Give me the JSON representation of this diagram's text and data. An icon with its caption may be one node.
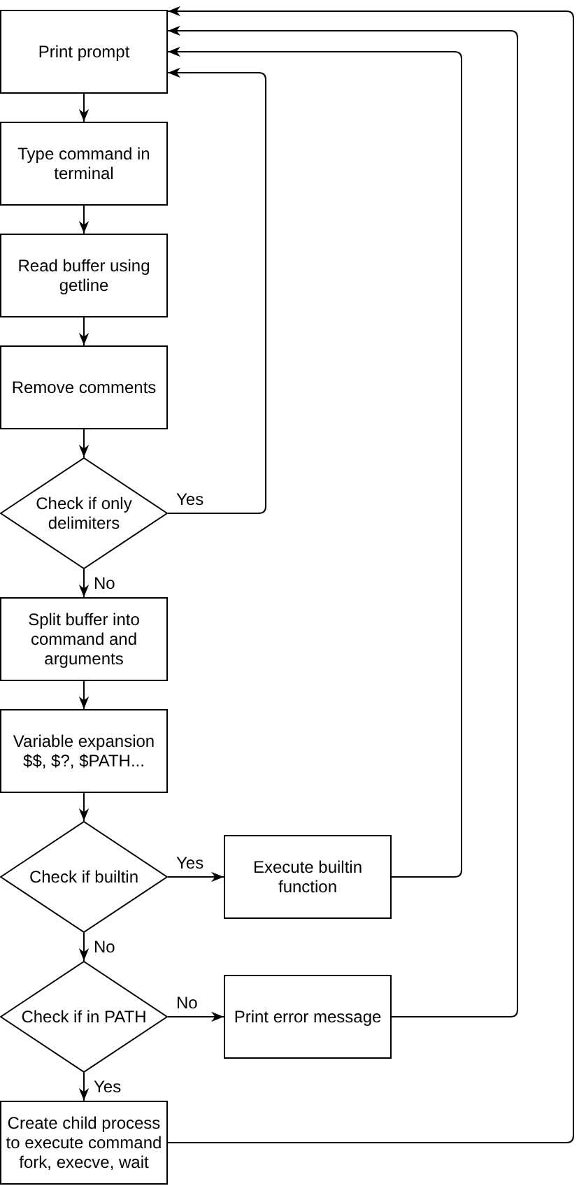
{
  "diagram": {
    "nodes": [
      {
        "text": [
          "Print prompt"
        ]
      },
      {
        "text": [
          "Type command in terminal"
        ]
      },
      {
        "text": [
          "Read buffer using getline"
        ]
      },
      {
        "text": [
          "Remove comments"
        ]
      },
      {
        "text": [
          "Check if only delimiters"
        ]
      },
      {
        "text": [
          "Split buffer into command and arguments"
        ]
      },
      {
        "text": [
          "Variable expansion $$, $?, $PATH..."
        ]
      },
      {
        "text": [
          "Check if builtin"
        ]
      },
      {
        "text": [
          "Execute builtin function"
        ]
      },
      {
        "text": [
          "Check if in PATH"
        ]
      },
      {
        "text": [
          "Print error message"
        ]
      },
      {
        "text": [
          "Create child process to execute command fork, execve, wait"
        ]
      }
    ],
    "edges": [
      {
        "from": 0,
        "to": 1,
        "arrow": "to"
      },
      {
        "from": 1,
        "to": 2,
        "arrow": "to"
      },
      {
        "from": 2,
        "to": 3,
        "arrow": "to"
      },
      {
        "from": 3,
        "to": 4,
        "arrow": "to"
      },
      {
        "from": 4,
        "to": 0,
        "arrow": "to",
        "label": "Yes"
      },
      {
        "from": 4,
        "to": 5,
        "arrow": "to",
        "label": "No"
      },
      {
        "from": 5,
        "to": 6,
        "arrow": "to"
      },
      {
        "from": 6,
        "to": 7,
        "arrow": "to"
      },
      {
        "from": 7,
        "to": 8,
        "arrow": "to",
        "label": "Yes"
      },
      {
        "from": 8,
        "to": 0,
        "arrow": "to"
      },
      {
        "from": 7,
        "to": 9,
        "arrow": "to",
        "label": "No"
      },
      {
        "from": 9,
        "to": 10,
        "arrow": "to",
        "label": "No"
      },
      {
        "from": 10,
        "to": 0,
        "arrow": "to"
      },
      {
        "from": 9,
        "to": 11,
        "arrow": "to",
        "label": "Yes"
      },
      {
        "from": 11,
        "to": 0,
        "arrow": "to"
      }
    ]
  }
}
